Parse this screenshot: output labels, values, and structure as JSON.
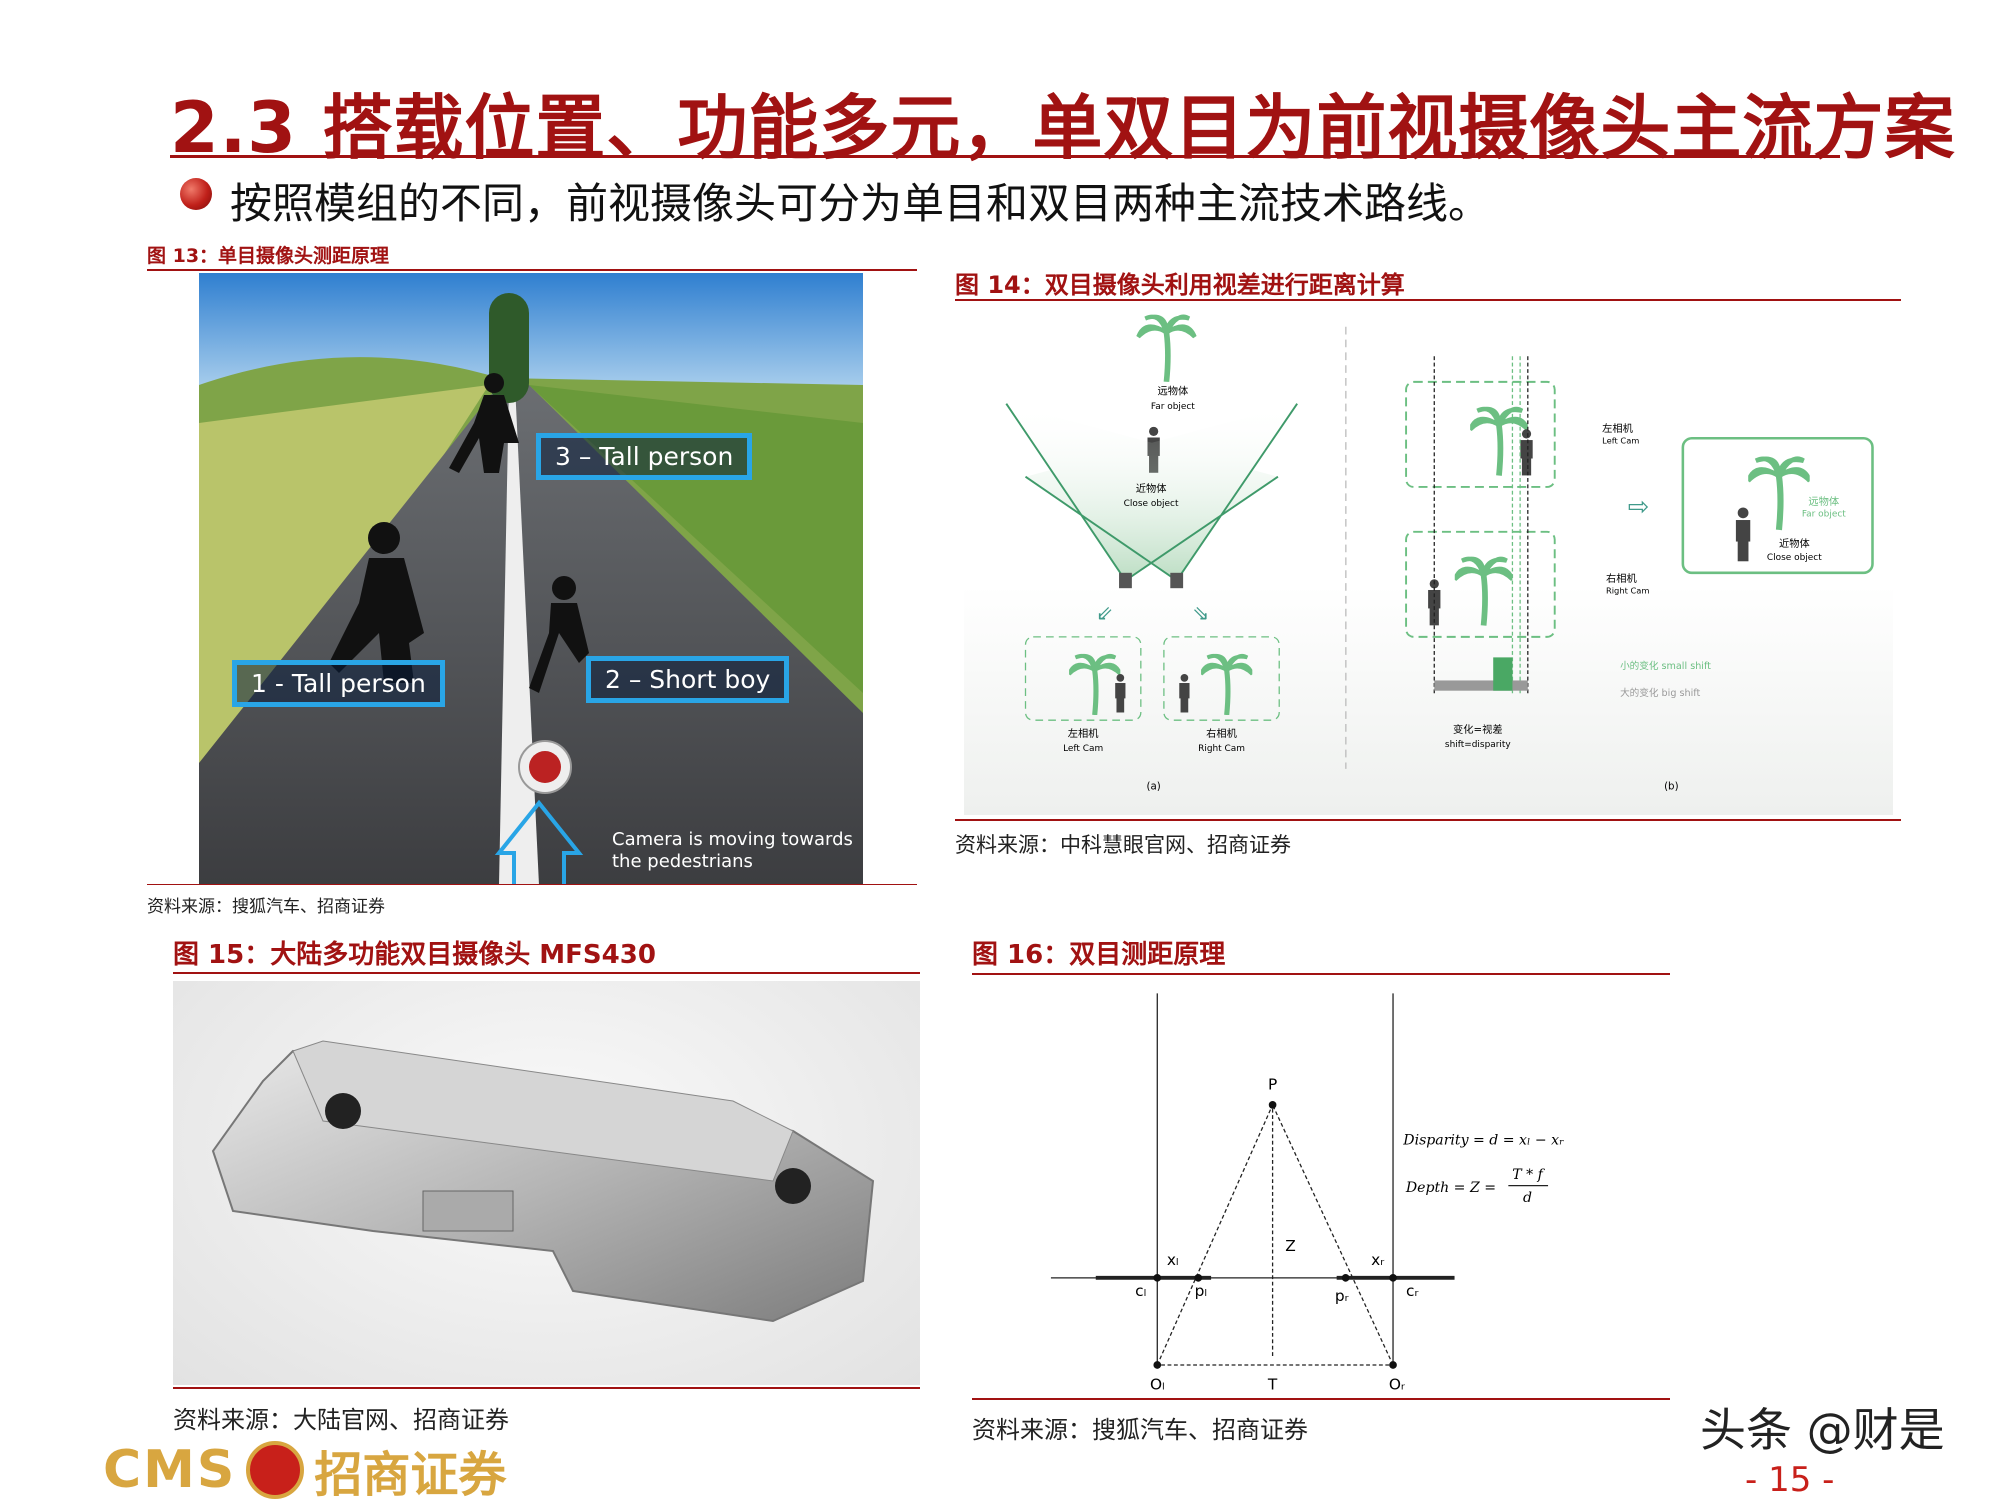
{
  "slide": {
    "title": "2.3  搭载位置、功能多元，单双目为前视摄像头主流方案",
    "bullet": "按照模组的不同，前视摄像头可分为单目和双目两种主流技术路线。",
    "page_number": "- 15 -",
    "watermark": "头条 @财是",
    "logo": {
      "text": "CMS",
      "cn": "招商证券",
      "colors": {
        "brand": "#c8201a",
        "gold": "#d8a640"
      }
    }
  },
  "fig13": {
    "caption": "图 13：单目摄像头测距原理",
    "labels": [
      "3 – Tall person",
      "1 - Tall person",
      "2 – Short boy"
    ],
    "camera_text": [
      "Camera is moving towards",
      "the pedestrians"
    ],
    "source": "资料来源：搜狐汽车、招商证券"
  },
  "fig14": {
    "caption": "图 14：双目摄像头利用视差进行距离计算",
    "far_cn": "远物体",
    "far_en": "Far object",
    "close_cn": "近物体",
    "close_en": "Close object",
    "left_cn": "左相机",
    "left_en": "Left Cam",
    "right_cn": "右相机",
    "right_en": "Right Cam",
    "small_shift": "小的变化  small shift",
    "big_shift": "大的变化  big shift",
    "shift_cn": "变化=视差",
    "shift_en": "shift=disparity",
    "panel_a": "(a)",
    "panel_b": "(b)",
    "source": "资料来源：中科慧眼官网、招商证券"
  },
  "fig15": {
    "caption": "图 15：大陆多功能双目摄像头 MFS430",
    "source": "资料来源：大陆官网、招商证券"
  },
  "fig16": {
    "caption": "图 16：双目测距原理",
    "P": "P",
    "Z": "Z",
    "T": "T",
    "Ol": "Oₗ",
    "Or": "Oᵣ",
    "cl": "cₗ",
    "cr": "cᵣ",
    "pl": "pₗ",
    "pr": "pᵣ",
    "xl": "xₗ",
    "xr": "xᵣ",
    "formula1": "Disparity = d = xₗ − xᵣ",
    "formula2_left": "Depth = Z =",
    "formula2_num": "T * f",
    "formula2_den": "d",
    "source": "资料来源：搜狐汽车、招商证券"
  },
  "colors": {
    "accent": "#a11212",
    "green": "#6cbf82",
    "label_border": "#29a5e6"
  }
}
